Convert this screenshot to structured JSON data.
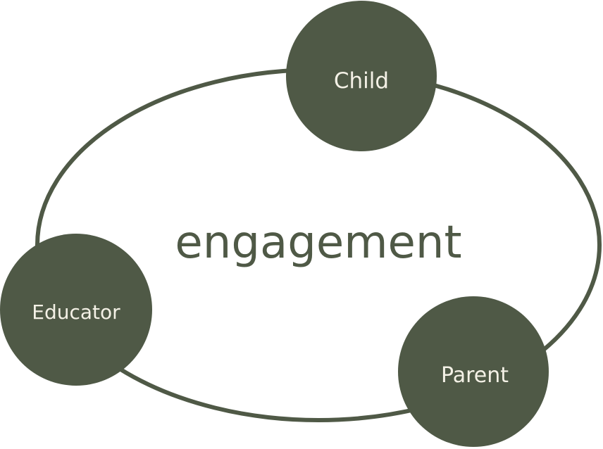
{
  "diagram": {
    "center_label": "engagement",
    "nodes": [
      {
        "id": "child",
        "label": "Child"
      },
      {
        "id": "educator",
        "label": "Educator"
      },
      {
        "id": "parent",
        "label": "Parent"
      }
    ]
  },
  "colors": {
    "primary": "#4f5946",
    "node_text": "#f4f1e6",
    "background": "#ffffff"
  }
}
